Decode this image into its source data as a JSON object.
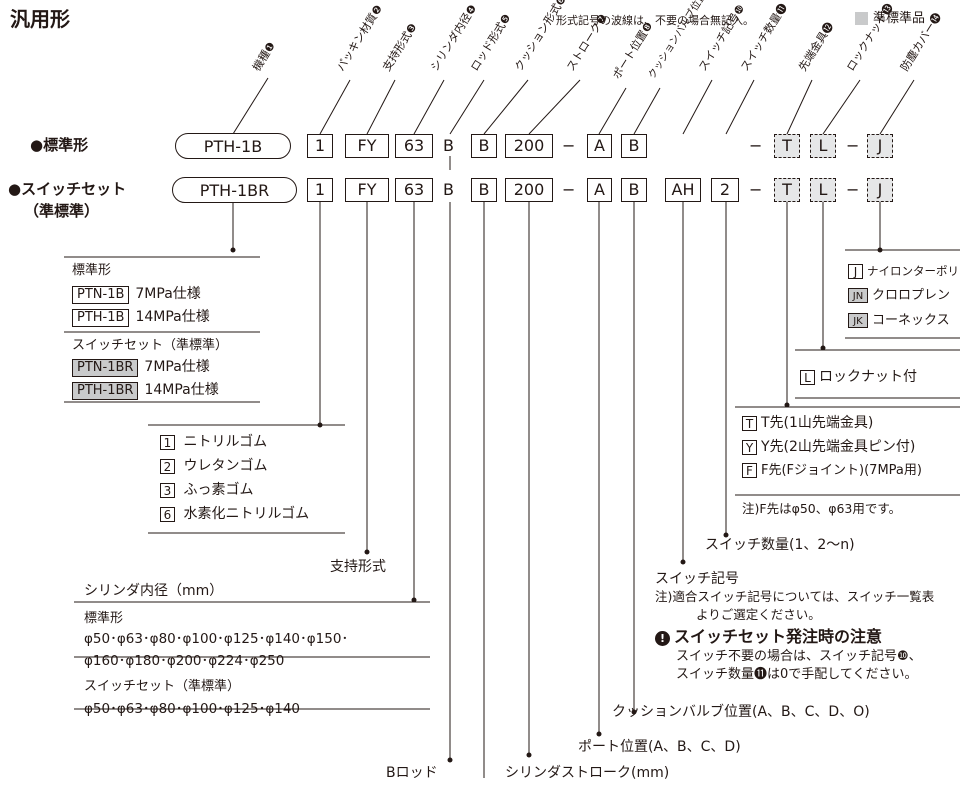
{
  "title": "汎用形",
  "header_note": "形式記号の波線は、不要の場合無記入。",
  "legend": {
    "label": "準標準品",
    "color": "#c9cacb"
  },
  "callouts": [
    {
      "text": "機種",
      "num": "❶"
    },
    {
      "text": "パッキン材質",
      "num": "❷"
    },
    {
      "text": "支持形式",
      "num": "❸"
    },
    {
      "text": "シリンダ内径",
      "num": "❹"
    },
    {
      "text": "ロッド形式",
      "num": "❺"
    },
    {
      "text": "クッション形式",
      "num": "❻"
    },
    {
      "text": "ストローク",
      "num": "❼"
    },
    {
      "text": "ポート位置",
      "num": "❽"
    },
    {
      "text": "クッションバルブ位置",
      "num": "❾"
    },
    {
      "text": "スイッチ記号",
      "num": "❿"
    },
    {
      "text": "スイッチ数量",
      "num": "⓫"
    },
    {
      "text": "先端金具",
      "num": "⓬"
    },
    {
      "text": "ロックナット",
      "num": "⓭"
    },
    {
      "text": "防塵カバー",
      "num": "⓮"
    }
  ],
  "rows": {
    "standard": {
      "label": "●標準形",
      "model": "PTH-1B",
      "packing": "1",
      "support": "FY",
      "bore": "63",
      "rod": "B",
      "cushion": "B",
      "stroke": "200",
      "dash": "−",
      "port": "A",
      "valve": "B",
      "tip": "T",
      "locknut": "L",
      "cover": "J"
    },
    "switchset": {
      "label": "●スイッチセット",
      "sub": "（準標準）",
      "model": "PTH-1BR",
      "packing": "1",
      "support": "FY",
      "bore": "63",
      "rod": "B",
      "cushion": "B",
      "stroke": "200",
      "dash": "−",
      "port": "A",
      "valve": "B",
      "switch": "AH",
      "qty": "2",
      "tip": "T",
      "locknut": "L",
      "cover": "J"
    }
  },
  "model_panel": {
    "standard_title": "標準形",
    "standard_items": [
      {
        "code": "PTN-1B",
        "spec": "7MPa仕様"
      },
      {
        "code": "PTH-1B",
        "spec": "14MPa仕様"
      }
    ],
    "switch_title": "スイッチセット（準標準）",
    "switch_items": [
      {
        "code": "PTN-1BR",
        "spec": "7MPa仕様"
      },
      {
        "code": "PTH-1BR",
        "spec": "14MPa仕様"
      }
    ]
  },
  "packing_panel": [
    {
      "code": "1",
      "label": "ニトリルゴム"
    },
    {
      "code": "2",
      "label": "ウレタンゴム"
    },
    {
      "code": "3",
      "label": "ふっ素ゴム"
    },
    {
      "code": "6",
      "label": "水素化ニトリルゴム"
    }
  ],
  "support_label": "支持形式",
  "bore_panel": {
    "title": "シリンダ内径（mm）",
    "std_title": "標準形",
    "std_line1": "φ50･φ63･φ80･φ100･φ125･φ140･φ150･",
    "std_line2": "φ160･φ180･φ200･φ224･φ250",
    "sw_title": "スイッチセット（準標準）",
    "sw_line": "φ50･φ63･φ80･φ100･φ125･φ140"
  },
  "rod_label": "Bロッド",
  "stroke_label": "シリンダストローク(mm)",
  "port_label": "ポート位置(A、B、C、D)",
  "valve_label": "クッションバルブ位置(A、B、C、D、O)",
  "switch_panel": {
    "title": "スイッチ記号",
    "note1": "注)適合スイッチ記号については、スイッチ一覧表",
    "note2": "よりご選定ください。"
  },
  "warning": {
    "title": "スイッチセット発注時の注意",
    "line1": "スイッチ不要の場合は、スイッチ記号❿、",
    "line2": "スイッチ数量⓫は0で手配してください。"
  },
  "qty_label": "スイッチ数量(1、2〜n)",
  "tip_panel": [
    {
      "code": "T",
      "label": "T先(1山先端金具)"
    },
    {
      "code": "Y",
      "label": "Y先(2山先端金具ピン付)"
    },
    {
      "code": "F",
      "label": "F先(Fジョイント)(7MPa用)"
    }
  ],
  "tip_note": "注)F先はφ50、φ63用です。",
  "locknut_panel": {
    "code": "L",
    "label": "ロックナット付"
  },
  "cover_panel": [
    {
      "code": "J",
      "label": "ナイロンターポリン",
      "std": false
    },
    {
      "code": "JN",
      "label": "クロロプレン",
      "std": true
    },
    {
      "code": "JK",
      "label": "コーネックス",
      "std": true
    }
  ]
}
